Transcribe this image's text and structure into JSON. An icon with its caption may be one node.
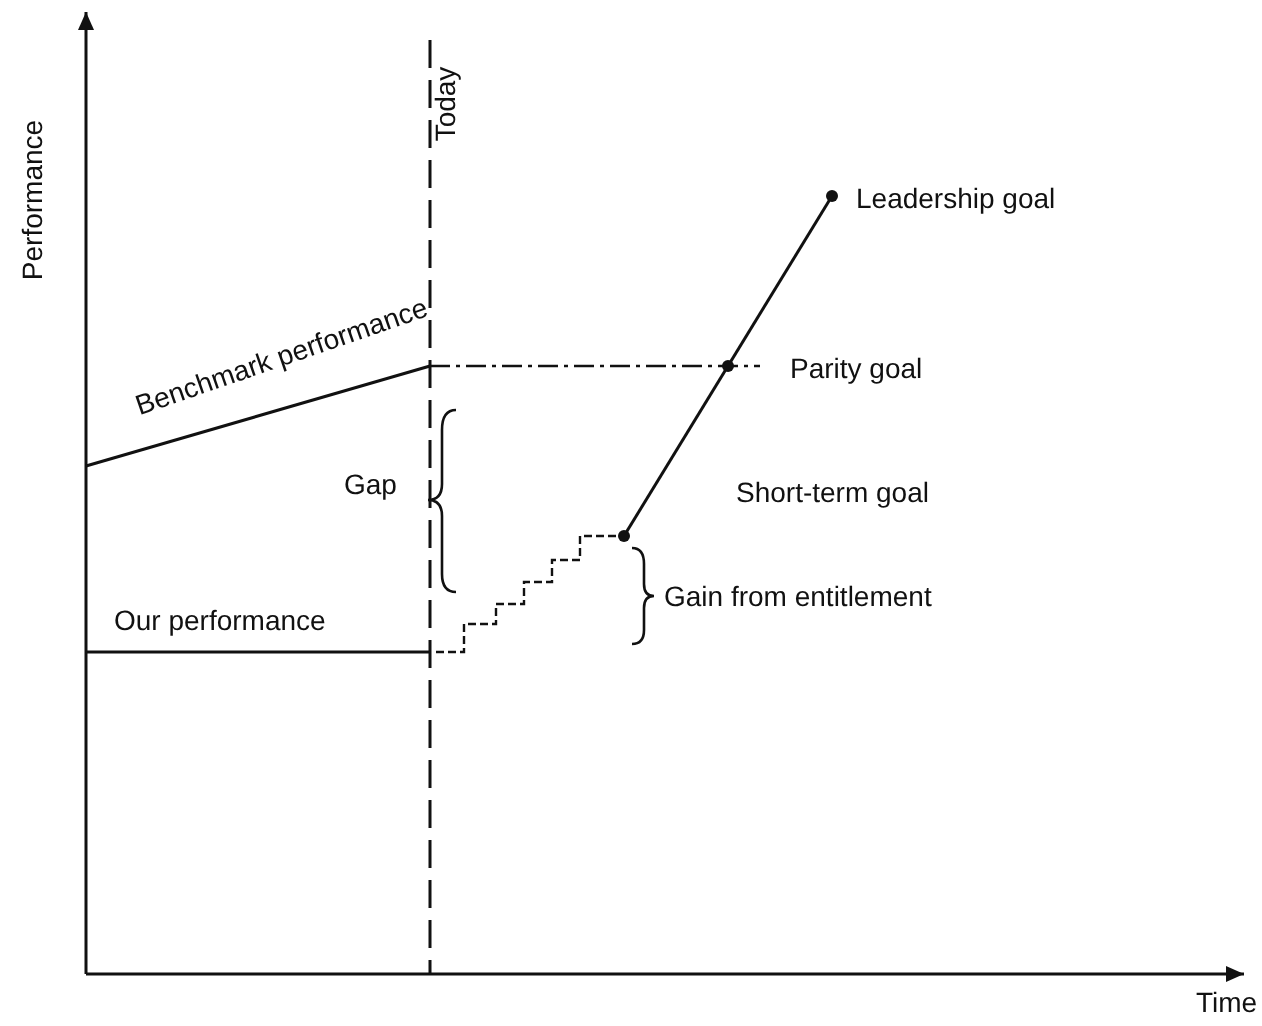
{
  "diagram": {
    "labels": [
      "Performance",
      "Today",
      "Leadership goal",
      "Benchmark performance",
      "Parity goal",
      "Gap",
      "Short-term goal",
      "Our performance",
      "Gain from entitlement",
      "Time"
    ]
  }
}
